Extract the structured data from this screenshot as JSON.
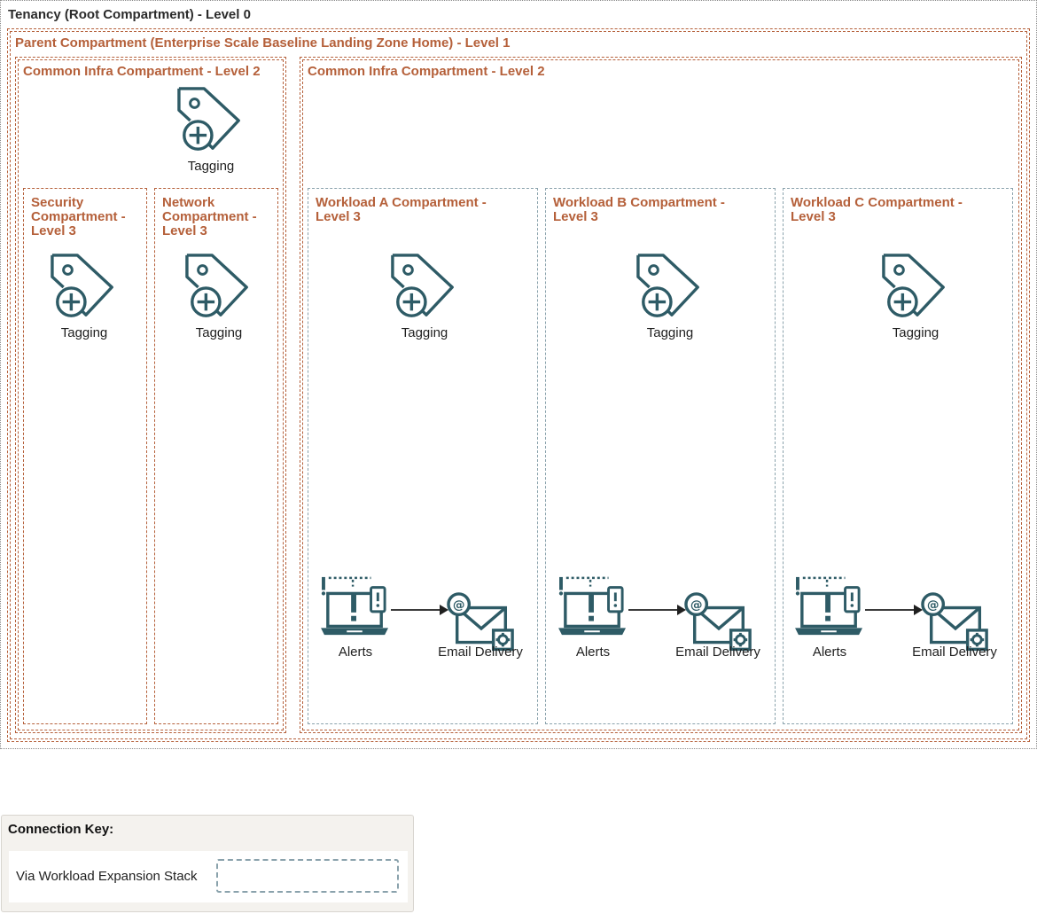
{
  "tenancy": {
    "title": "Tenancy (Root Compartment) - Level 0"
  },
  "parent": {
    "title": "Parent Compartment (Enterprise Scale Baseline Landing Zone Home) - Level 1"
  },
  "common_left": {
    "title": "Common Infra Compartment - Level 2",
    "tagging_label": "Tagging"
  },
  "common_right": {
    "title": "Common Infra Compartment - Level 2"
  },
  "security": {
    "title": "Security\nCompartment -\nLevel 3",
    "tagging_label": "Tagging"
  },
  "network": {
    "title": "Network\nCompartment -\nLevel 3",
    "tagging_label": "Tagging"
  },
  "workloads": [
    {
      "title": "Workload A Compartment -\nLevel 3",
      "tagging_label": "Tagging",
      "alerts_label": "Alerts",
      "email_label": "Email Delivery"
    },
    {
      "title": "Workload B Compartment -\nLevel 3",
      "tagging_label": "Tagging",
      "alerts_label": "Alerts",
      "email_label": "Email Delivery"
    },
    {
      "title": "Workload C Compartment -\nLevel 3",
      "tagging_label": "Tagging",
      "alerts_label": "Alerts",
      "email_label": "Email Delivery"
    }
  ],
  "connection_key": {
    "title": "Connection Key:",
    "items": [
      {
        "label": "Via Workload Expansion Stack",
        "style": "dashed",
        "color": "#8aa2ac"
      }
    ]
  },
  "colors": {
    "compartment_border": "#b5603a",
    "workload_border": "#8aa2ac",
    "icon": "#2e5b66",
    "tenancy_border": "#8a8a8a"
  },
  "icons": [
    "tagging-icon",
    "alerts-icon",
    "email-delivery-icon",
    "arrow-icon"
  ]
}
